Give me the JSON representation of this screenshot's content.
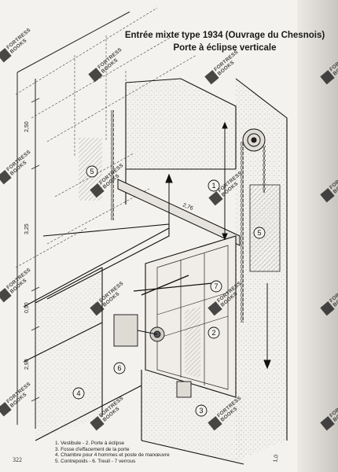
{
  "title": {
    "line1": "Entrée mixte type 1934 (Ouvrage du Chesnois)",
    "line2": "Porte à éclipse verticale"
  },
  "dimensions": {
    "d250": "2,50",
    "d325": "3,25",
    "d050": "0,50",
    "d290": "2,90",
    "d276": "2,76",
    "d10": "1,0"
  },
  "callouts": {
    "c1": "1",
    "c2": "2",
    "c3": "3",
    "c4": "4",
    "c5a": "5",
    "c5b": "5",
    "c6": "6",
    "c7": "7"
  },
  "legend": {
    "line1": "1. Vestibule - 2. Porte à éclipse",
    "line2": "3. Fosse d'effacement de la porte",
    "line3": "4. Chambre pour 4 hommes et poste de manœuvre",
    "line4": "5. Contrepoids - 6. Treuil - 7 verrous"
  },
  "watermark": {
    "line1": "FORTRESS",
    "line2": "BOOKS"
  },
  "page_number": "322",
  "colors": {
    "paper": "#f4f2ee",
    "ink": "#1a1a1a",
    "shade": "#6b6b6b"
  }
}
